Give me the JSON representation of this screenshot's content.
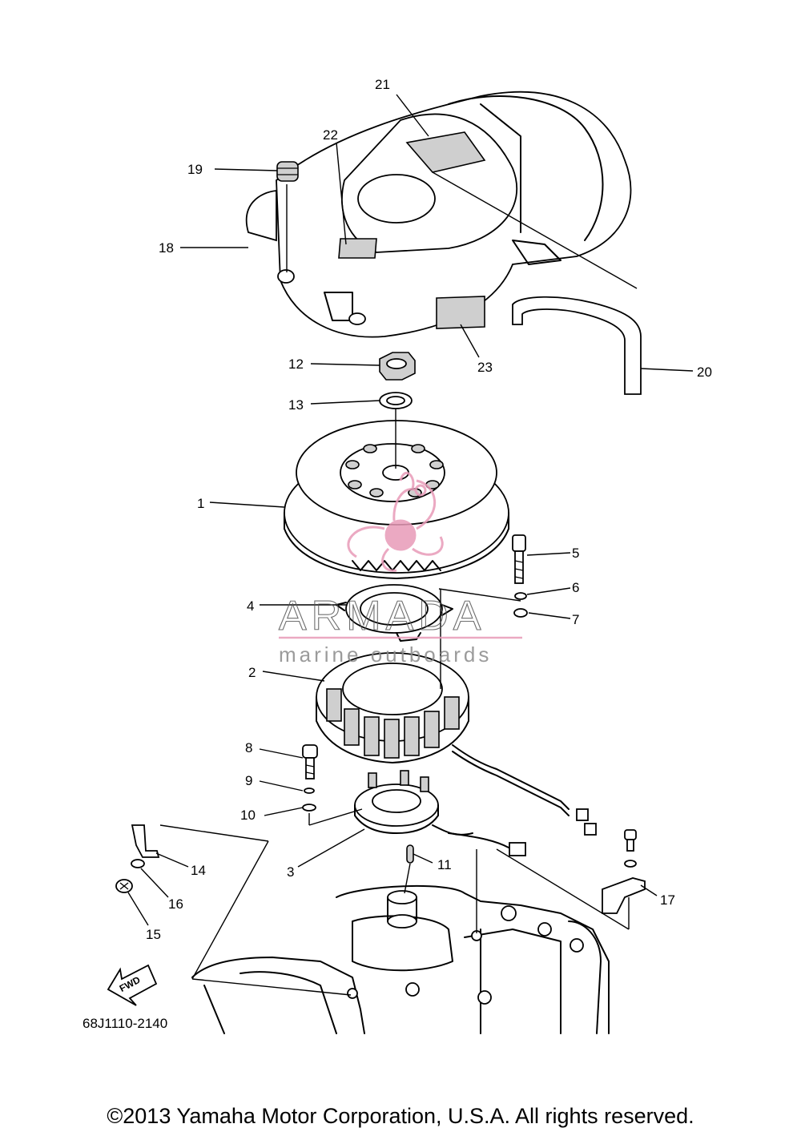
{
  "diagram": {
    "part_code": "68J1110-2140",
    "callouts": [
      "1",
      "2",
      "3",
      "4",
      "5",
      "6",
      "7",
      "8",
      "9",
      "10",
      "11",
      "12",
      "13",
      "14",
      "15",
      "16",
      "17",
      "18",
      "19",
      "20",
      "21",
      "22",
      "23"
    ],
    "fwd_label": "FWD"
  },
  "watermark": {
    "brand": "ARMADA",
    "tagline": "marine outboards",
    "accent_color": "#e89bb8"
  },
  "footer": {
    "copyright": "©2013 Yamaha Motor Corporation, U.S.A. All rights reserved."
  }
}
